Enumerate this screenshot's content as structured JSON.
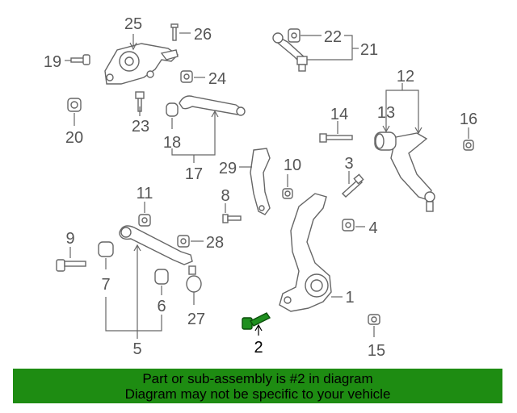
{
  "callouts": [
    {
      "id": "25",
      "label": "25"
    },
    {
      "id": "26",
      "label": "26"
    },
    {
      "id": "19",
      "label": "19"
    },
    {
      "id": "24",
      "label": "24"
    },
    {
      "id": "22",
      "label": "22"
    },
    {
      "id": "21",
      "label": "21"
    },
    {
      "id": "12",
      "label": "12"
    },
    {
      "id": "13",
      "label": "13"
    },
    {
      "id": "14",
      "label": "14"
    },
    {
      "id": "16",
      "label": "16"
    },
    {
      "id": "20",
      "label": "20"
    },
    {
      "id": "23",
      "label": "23"
    },
    {
      "id": "18",
      "label": "18"
    },
    {
      "id": "17",
      "label": "17"
    },
    {
      "id": "29",
      "label": "29"
    },
    {
      "id": "10",
      "label": "10"
    },
    {
      "id": "3",
      "label": "3"
    },
    {
      "id": "11",
      "label": "11"
    },
    {
      "id": "8",
      "label": "8"
    },
    {
      "id": "4",
      "label": "4"
    },
    {
      "id": "9",
      "label": "9"
    },
    {
      "id": "28",
      "label": "28"
    },
    {
      "id": "7",
      "label": "7"
    },
    {
      "id": "6",
      "label": "6"
    },
    {
      "id": "1",
      "label": "1"
    },
    {
      "id": "27",
      "label": "27"
    },
    {
      "id": "5",
      "label": "5"
    },
    {
      "id": "2",
      "label": "2"
    },
    {
      "id": "15",
      "label": "15"
    }
  ],
  "highlighted_part": "2",
  "colors": {
    "banner_bg": "#1e8c12",
    "highlight_part": "#1f8f1f",
    "line_art": "#666666",
    "callout_text": "#555555"
  },
  "banner": {
    "line1": "Part or sub-assembly is #2 in diagram",
    "line2": "Diagram may not be specific to your vehicle"
  }
}
